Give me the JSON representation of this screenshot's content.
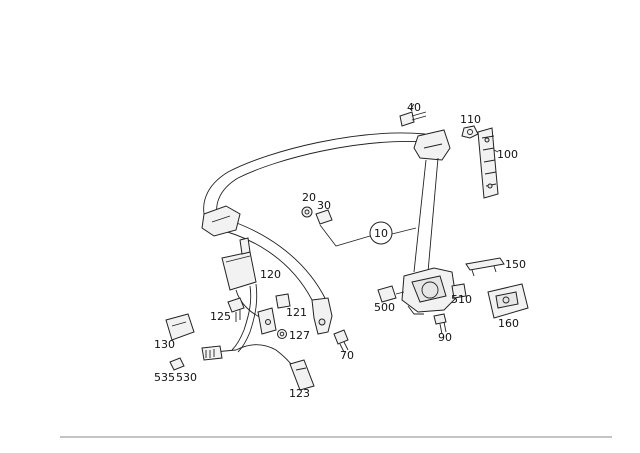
{
  "callouts": [
    {
      "id": "c40",
      "text": "40"
    },
    {
      "id": "c110",
      "text": "110"
    },
    {
      "id": "c100",
      "text": "100"
    },
    {
      "id": "c20",
      "text": "20"
    },
    {
      "id": "c30",
      "text": "30"
    },
    {
      "id": "c10",
      "text": "10"
    },
    {
      "id": "c120",
      "text": "120"
    },
    {
      "id": "c150",
      "text": "150"
    },
    {
      "id": "c125",
      "text": "125"
    },
    {
      "id": "c121",
      "text": "121"
    },
    {
      "id": "c500",
      "text": "500"
    },
    {
      "id": "c510",
      "text": "510"
    },
    {
      "id": "c160",
      "text": "160"
    },
    {
      "id": "c127",
      "text": "127"
    },
    {
      "id": "c90",
      "text": "90"
    },
    {
      "id": "c130",
      "text": "130"
    },
    {
      "id": "c70",
      "text": "70"
    },
    {
      "id": "c535",
      "text": "535"
    },
    {
      "id": "c530",
      "text": "530"
    },
    {
      "id": "c123",
      "text": "123"
    }
  ]
}
